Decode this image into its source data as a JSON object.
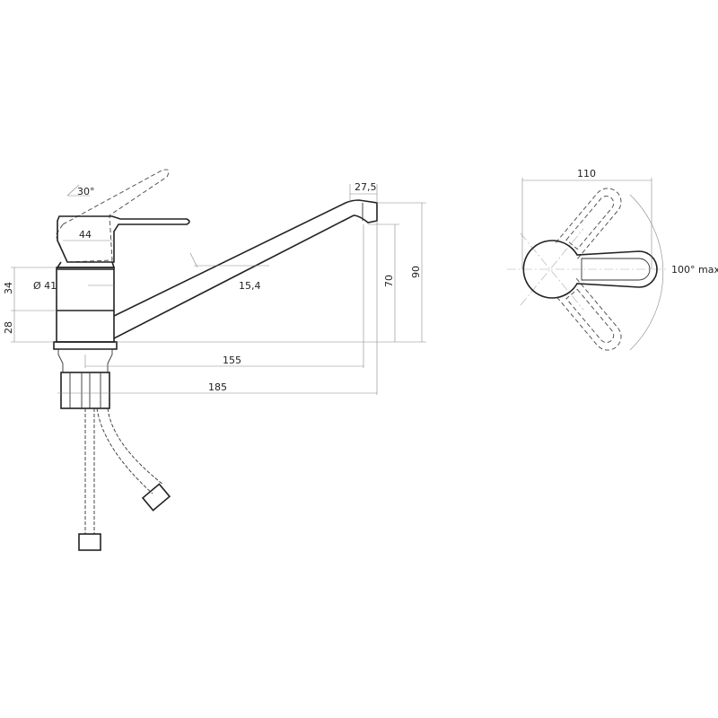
{
  "side_view": {
    "lever_angle": "30°",
    "handle_width": "44",
    "body_diameter": "Ø 41",
    "upper_body_height": "34",
    "lower_body_height": "28",
    "spout_tip_width": "27,5",
    "spout_diameter": "15,4",
    "spout_outlet_height": "70",
    "total_height": "90",
    "spout_reach": "155",
    "overall_length": "185"
  },
  "top_view": {
    "lever_length": "110",
    "rotation": "100° max"
  }
}
